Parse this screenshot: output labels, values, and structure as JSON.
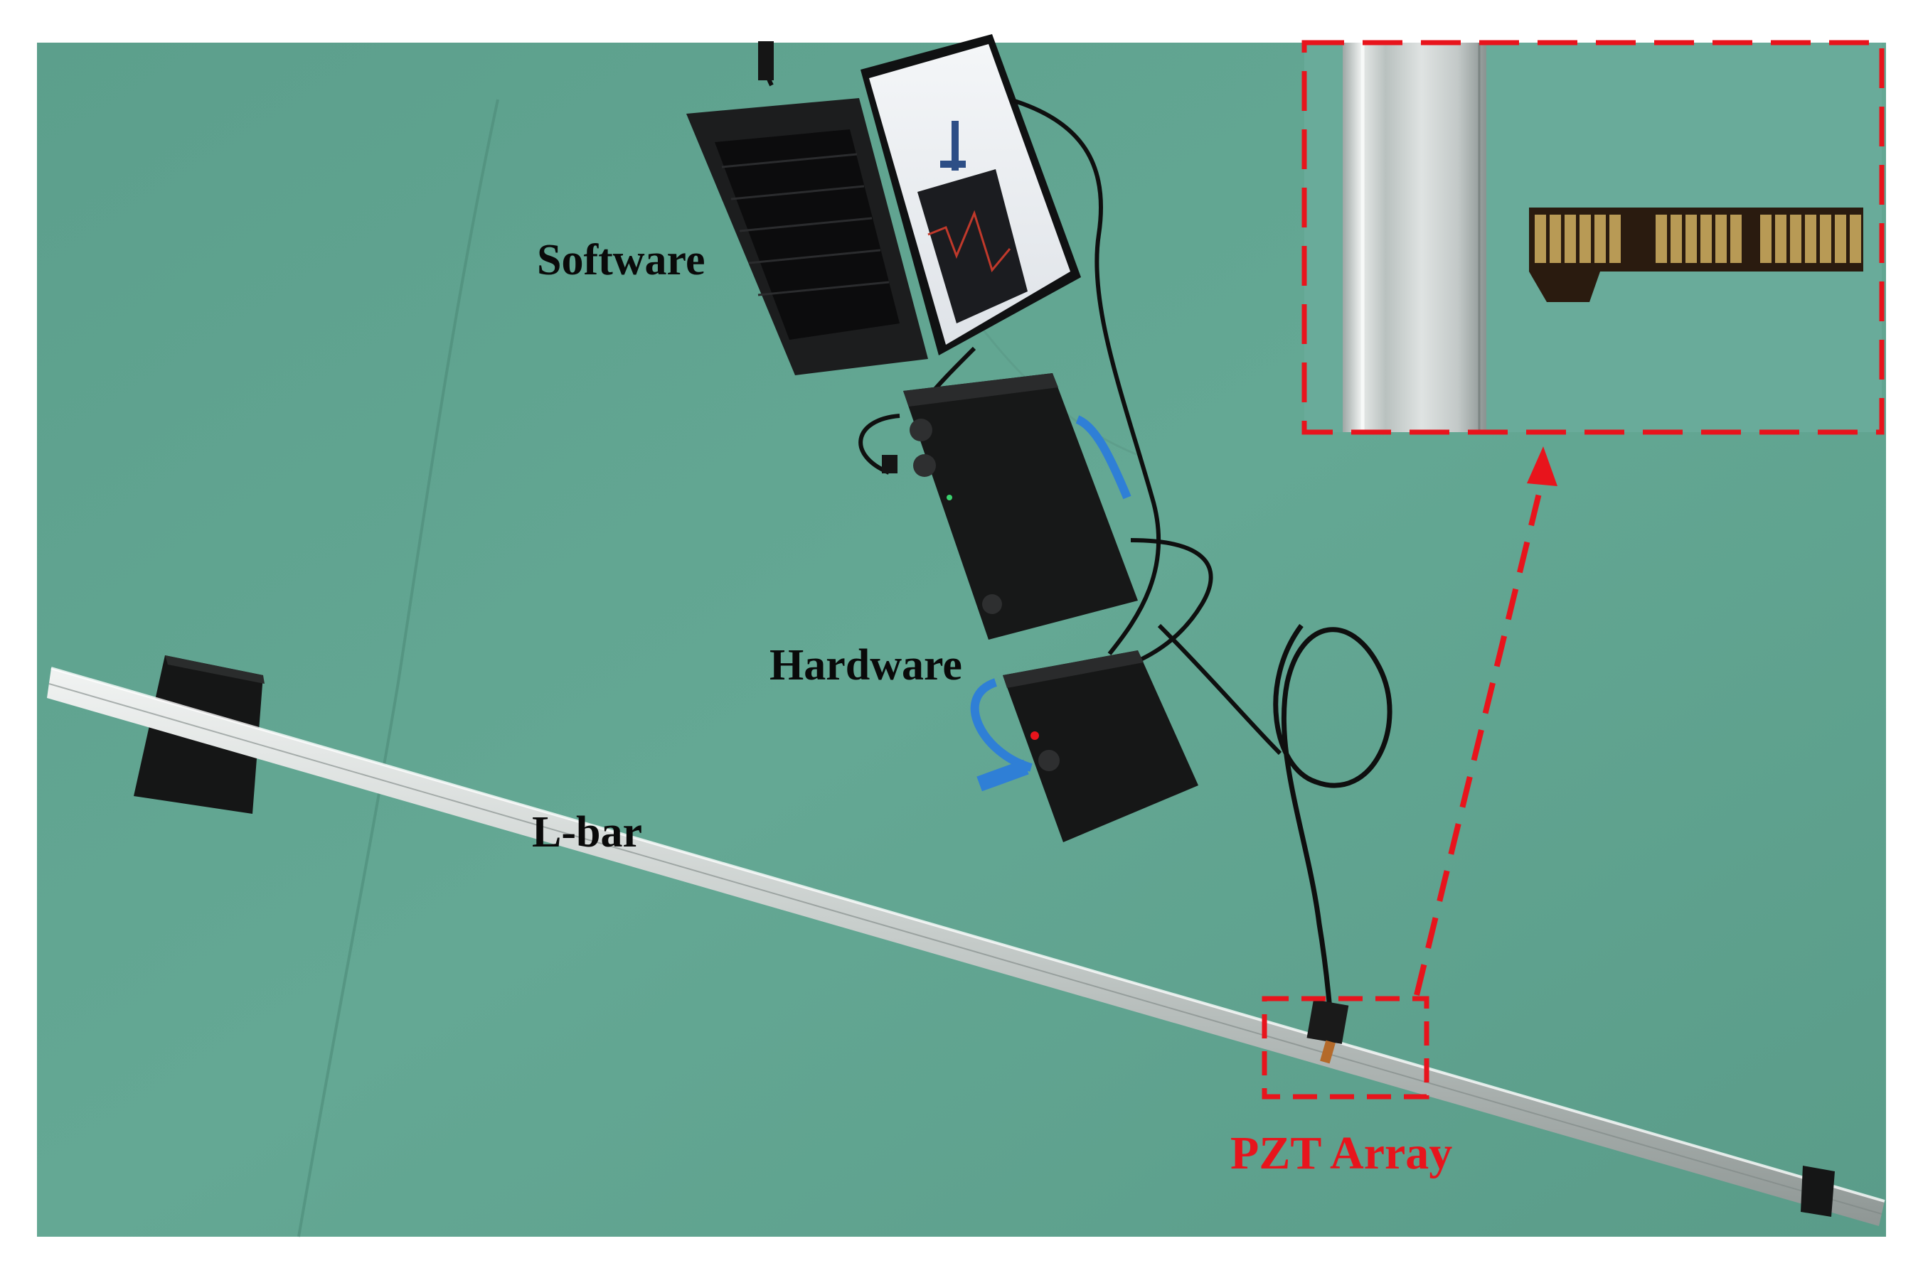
{
  "labels": {
    "software": "Software",
    "hardware": "Hardware",
    "lbar": "L-bar",
    "pzt_array": "PZT Array"
  },
  "colors": {
    "floor": "#5fa391",
    "floor_dark": "#4f8f7d",
    "annotation_red": "#e8141c",
    "device_black": "#161717",
    "bar_aluminum": "#d6dcdb",
    "sensor_gold": "#b89a55",
    "cable_blue": "#2f7fd6"
  }
}
